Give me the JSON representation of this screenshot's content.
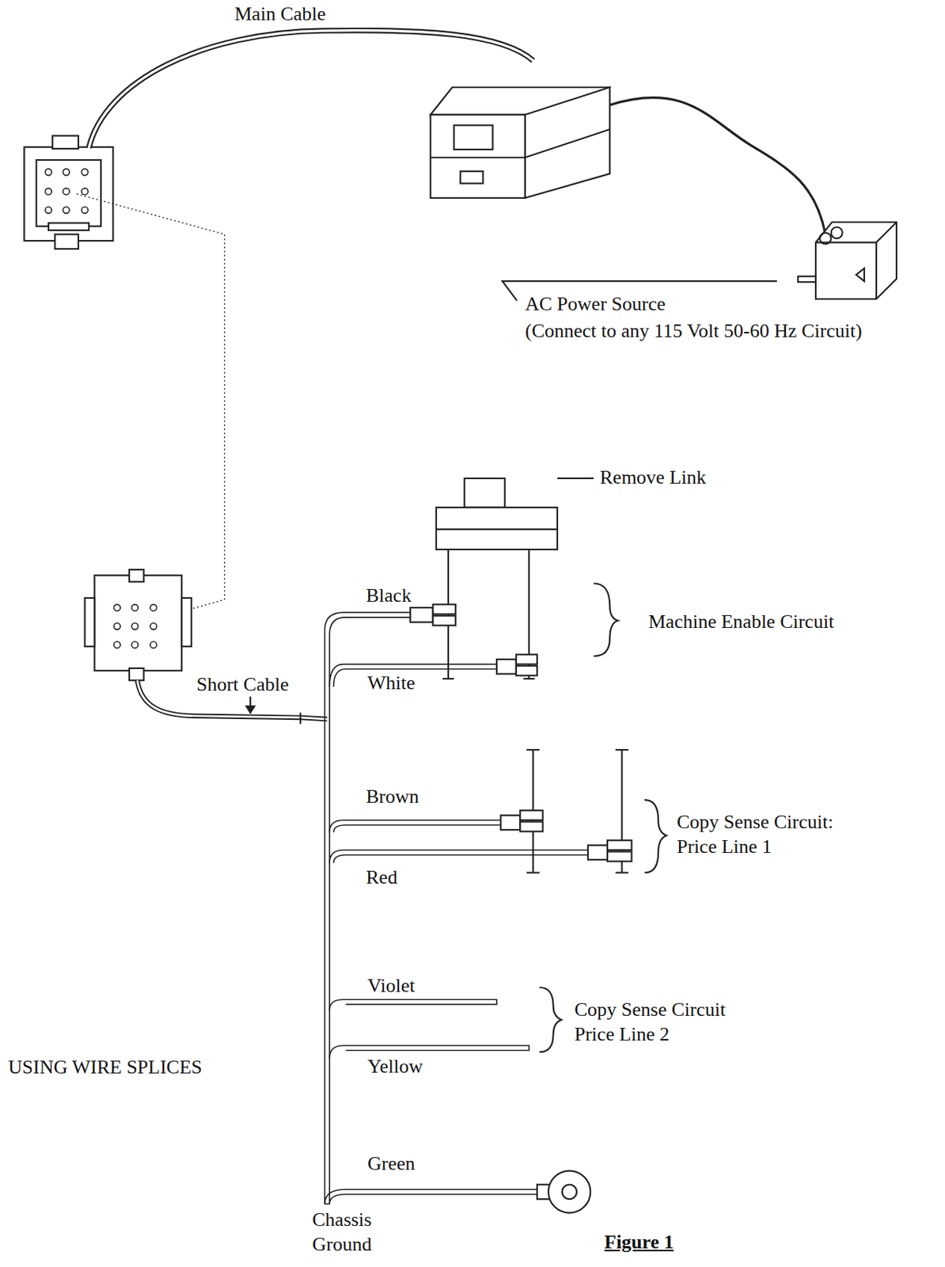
{
  "diagram": {
    "caption": "Figure 1",
    "labels": [
      "Main Cable",
      "AC Power Source",
      "(Connect to any 115 Volt 50-60 Hz Circuit)",
      "Remove Link",
      "Black",
      "Machine Enable Circuit",
      "Short Cable",
      "White",
      "Brown",
      "Copy Sense Circuit: Price Line 1",
      "Red",
      "Violet",
      "Copy Sense Circuit Price Line 2",
      "Yellow",
      "USING WIRE SPLICES",
      "Green",
      "Chassis Ground"
    ]
  }
}
